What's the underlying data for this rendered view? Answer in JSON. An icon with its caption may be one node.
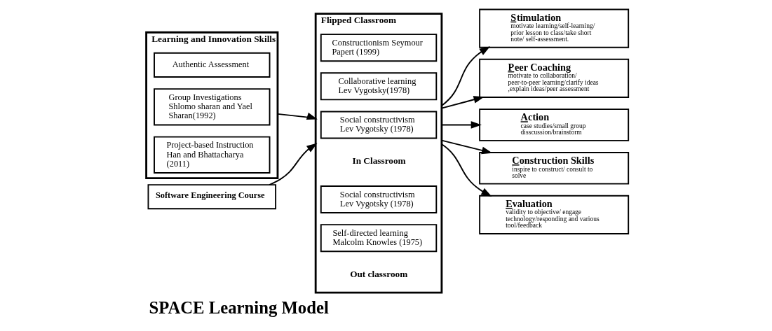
{
  "diagram": {
    "title": "SPACE Learning Model",
    "nodes": [
      {
        "text": [
          "Learning and Innovation Skills"
        ]
      },
      {
        "text": [
          "Project-based Instruction Han and Bhattacharya (2011)"
        ],
        "in": 0
      },
      {
        "text": [
          "Group Investigations Shlomo sharan and Yael Sharan(1992)"
        ],
        "in": 0
      },
      {
        "text": [
          "Authentic Assessment"
        ],
        "in": 0
      },
      {
        "text": [
          "Software Engineering Course"
        ]
      },
      {
        "text": [
          "Flipped Classroom"
        ]
      },
      {
        "text": [
          "Self-directed learning Malcolm Knowles (1975)"
        ],
        "in": 5
      },
      {
        "text": [
          "Social constructivism Lev Vygotsky (1978)"
        ],
        "in": 5
      },
      {
        "text": [
          "Social constructivism Lev Vygotsky (1978)"
        ],
        "in": 5
      },
      {
        "text": [
          "Collaborative learning Lev Vygotsky(1978)"
        ],
        "in": 5
      },
      {
        "text": [
          "Constructionism Seymour Papert (1999)"
        ],
        "in": 5
      },
      {
        "text": [
          "Stimulation",
          "motivate learning/self-learning/ prior lesson to class/take short note/ self-assessment."
        ]
      },
      {
        "text": [
          "Peer Coaching",
          "motivate to collaboration/ peer-to-peer learning/clarify ideas ,explain ideas/peer assessment"
        ]
      },
      {
        "text": [
          "Action",
          "case studies/small group disscussion/brainstorm"
        ]
      },
      {
        "text": [
          "Construction Skills",
          "inspire to construct/ consult to solve"
        ]
      },
      {
        "text": [
          "Evaluation",
          "validity to objective/ engage technology/responding and various tool/feedback"
        ]
      }
    ],
    "edges": [
      {
        "from": 0,
        "to": 5,
        "arrow": "to"
      },
      {
        "from": 4,
        "to": 5,
        "arrow": "to"
      },
      {
        "from": 5,
        "to": 11,
        "arrow": "to"
      },
      {
        "from": 5,
        "to": 12,
        "arrow": "to"
      },
      {
        "from": 5,
        "to": 13,
        "arrow": "to"
      },
      {
        "from": 5,
        "to": 14,
        "arrow": "to"
      },
      {
        "from": 5,
        "to": 15,
        "arrow": "to"
      }
    ],
    "labels": [
      "Out classroom",
      "In Classroom"
    ]
  }
}
